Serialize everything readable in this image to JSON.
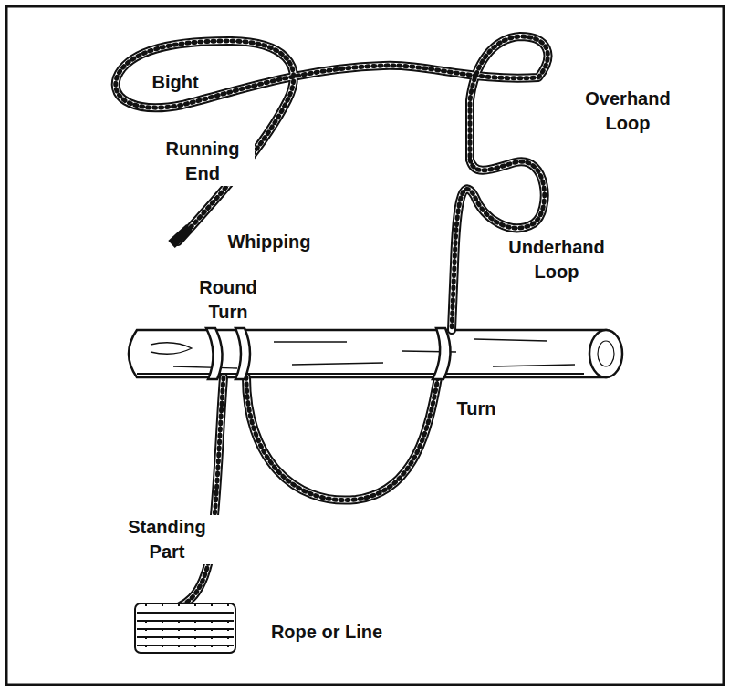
{
  "diagram": {
    "labels": [
      "Bight",
      "Running End",
      "Whipping",
      "Overhand Loop",
      "Underhand Loop",
      "Round Turn",
      "Turn",
      "Standing Part",
      "Rope or Line"
    ]
  }
}
